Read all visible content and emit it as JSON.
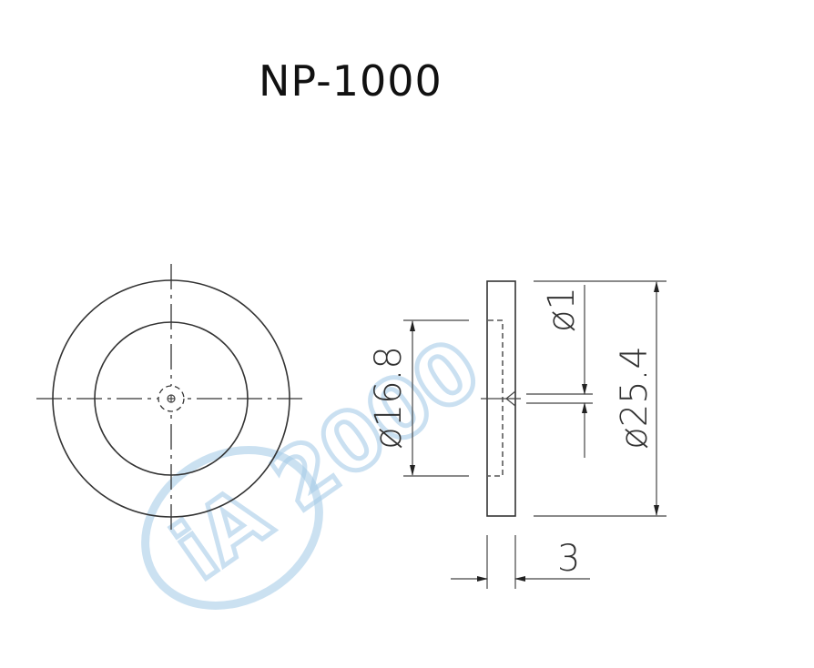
{
  "title": "NP-1000",
  "dimensions": {
    "inner_diameter": "ø16.8",
    "hole_diameter": "ø1",
    "outer_diameter": "ø25.4",
    "thickness": "3"
  },
  "watermark": {
    "text": "iA 2000",
    "color": "#a8cde8"
  }
}
